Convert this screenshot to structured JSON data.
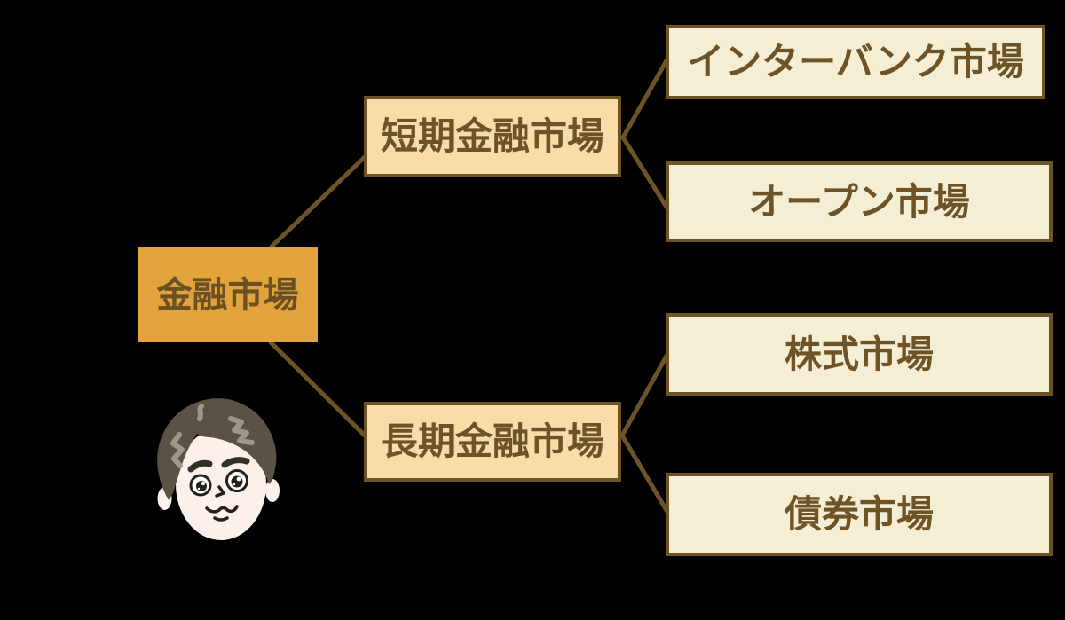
{
  "diagram": {
    "root": {
      "label": "金融市場"
    },
    "branches": [
      {
        "label": "短期金融市場",
        "children": [
          {
            "label": "インターバンク市場"
          },
          {
            "label": "オープン市場"
          }
        ]
      },
      {
        "label": "長期金融市場",
        "children": [
          {
            "label": "株式市場"
          },
          {
            "label": "債券市場"
          }
        ]
      }
    ],
    "colors": {
      "background": "#000000",
      "root_fill": "#e2a33c",
      "branch_fill": "#f9dda9",
      "leaf_fill": "#f4eed4",
      "border_and_line": "#6e5327",
      "text_brown": "#6e5327"
    },
    "icons": {
      "illustration": "man-face-icon"
    }
  }
}
